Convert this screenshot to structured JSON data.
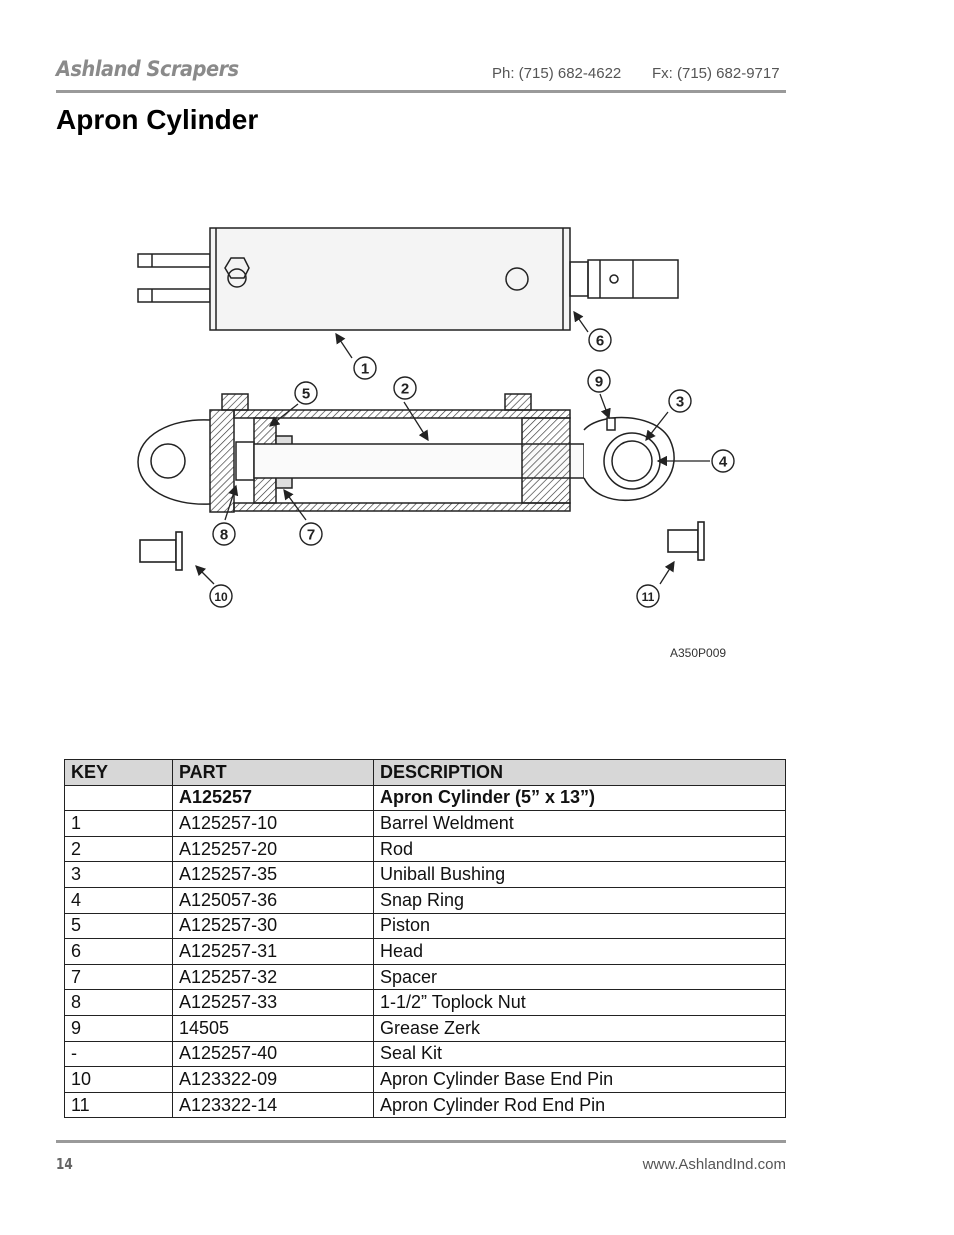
{
  "header": {
    "brand": "Ashland Scrapers",
    "phone": "Ph: (715) 682-4622",
    "fax": "Fx: (715) 682-9717"
  },
  "page_title": "Apron Cylinder",
  "diagram": {
    "reference": "A350P009",
    "callouts": [
      {
        "id": "c1",
        "label": "1"
      },
      {
        "id": "c2",
        "label": "2"
      },
      {
        "id": "c3",
        "label": "3"
      },
      {
        "id": "c4",
        "label": "4"
      },
      {
        "id": "c5",
        "label": "5"
      },
      {
        "id": "c6",
        "label": "6"
      },
      {
        "id": "c7",
        "label": "7"
      },
      {
        "id": "c8",
        "label": "8"
      },
      {
        "id": "c9",
        "label": "9"
      },
      {
        "id": "c10",
        "label": "10"
      },
      {
        "id": "c11",
        "label": "11"
      }
    ]
  },
  "table": {
    "headers": [
      "KEY",
      "PART",
      "DESCRIPTION"
    ],
    "assembly": {
      "key": "",
      "part": "A125257",
      "description": "Apron Cylinder (5” x 13”)"
    },
    "rows": [
      {
        "key": "1",
        "part": "A125257-10",
        "description": "Barrel Weldment"
      },
      {
        "key": "2",
        "part": "A125257-20",
        "description": "Rod"
      },
      {
        "key": "3",
        "part": "A125257-35",
        "description": "Uniball Bushing"
      },
      {
        "key": "4",
        "part": "A125057-36",
        "description": "Snap Ring"
      },
      {
        "key": "5",
        "part": "A125257-30",
        "description": "Piston"
      },
      {
        "key": "6",
        "part": "A125257-31",
        "description": "Head"
      },
      {
        "key": "7",
        "part": "A125257-32",
        "description": "Spacer"
      },
      {
        "key": "8",
        "part": "A125257-33",
        "description": "1-1/2” Toplock Nut"
      },
      {
        "key": "9",
        "part": "14505",
        "description": "Grease Zerk"
      },
      {
        "key": "-",
        "part": "A125257-40",
        "description": "Seal Kit"
      },
      {
        "key": "10",
        "part": "A123322-09",
        "description": "Apron Cylinder Base End Pin"
      },
      {
        "key": "11",
        "part": "A123322-14",
        "description": "Apron Cylinder Rod End Pin"
      }
    ]
  },
  "footer": {
    "page_number": "14",
    "website": "www.AshlandInd.com"
  }
}
